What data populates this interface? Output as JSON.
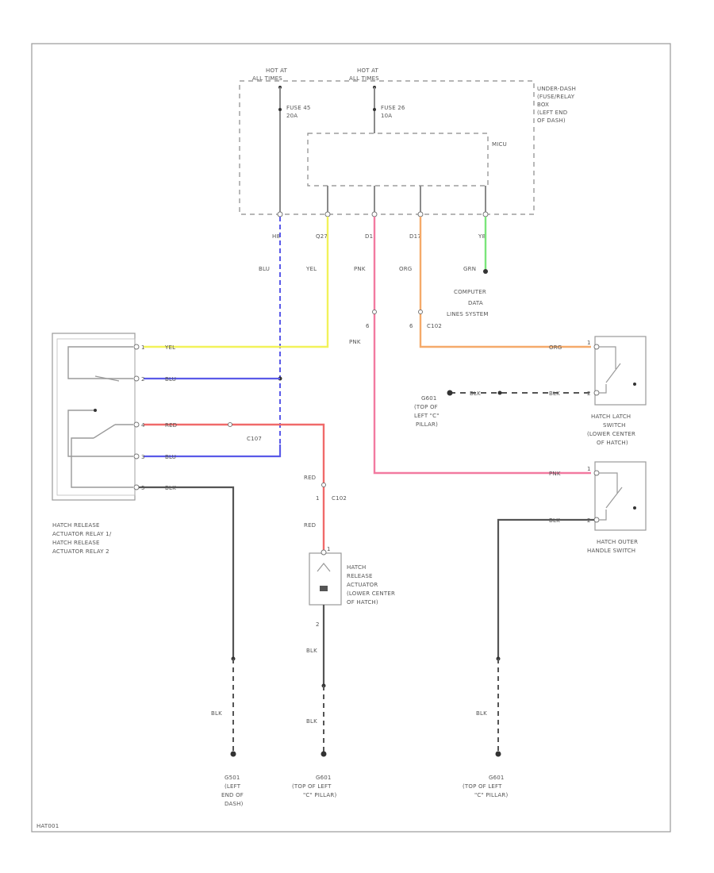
{
  "diagram": {
    "footer_code": "HAT001",
    "fuse_box": {
      "label_lines": [
        "UNDER-DASH",
        "(FUSE/RELAY",
        "BOX",
        "(LEFT END",
        "OF DASH)"
      ],
      "power1_lines": [
        "HOT AT",
        "ALL TIMES"
      ],
      "power2_lines": [
        "HOT AT",
        "ALL TIMES"
      ],
      "fuse1_lines": [
        "FUSE 45",
        "20A"
      ],
      "fuse2_lines": [
        "FUSE 26",
        "10A"
      ],
      "module_label": "MICU"
    },
    "connectors": {
      "c1": {
        "pin": "H8",
        "wire": "BLU"
      },
      "c2": {
        "pin": "Q27",
        "wire": "YEL"
      },
      "c3": {
        "pin": "D1",
        "wire": "PNK"
      },
      "c4": {
        "pin": "D17",
        "wire": "ORG"
      },
      "c5": {
        "pin": "Y8",
        "wire": "GRN"
      }
    },
    "data_link_lines": [
      "COMPUTER",
      "DATA",
      "LINES SYSTEM"
    ],
    "inline": {
      "pnk_pin": "6",
      "pnk_wire": "PNK",
      "org_pin": "6",
      "org_conn": "C102",
      "red_conn": "C107",
      "red_wire_top": "RED",
      "red_pin": "1",
      "red_conn2": "C102",
      "red_wire_bottom": "RED"
    },
    "relay": {
      "label_lines": [
        "HATCH RELEASE",
        "ACTUATOR RELAY 1/",
        "HATCH RELEASE",
        "ACTUATOR RELAY 2"
      ],
      "pins": [
        {
          "pin": "1",
          "wire": "YEL"
        },
        {
          "pin": "2",
          "wire": "BLU"
        },
        {
          "pin": "4",
          "wire": "RED"
        },
        {
          "pin": "3",
          "wire": "BLU"
        },
        {
          "pin": "5",
          "wire": "BLK"
        }
      ]
    },
    "latch_switch": {
      "label_lines": [
        "HATCH LATCH",
        "SWITCH",
        "(LOWER CENTER",
        "OF HATCH)"
      ],
      "pin1": "1",
      "wire1": "ORG",
      "pin2": "2",
      "wire2": "BLK",
      "ground_wire": "BLK",
      "ground_lines": [
        "G601",
        "(TOP OF",
        "LEFT \"C\"",
        "PILLAR)"
      ]
    },
    "outer_switch": {
      "label_lines": [
        "HATCH OUTER",
        "HANDLE SWITCH"
      ],
      "pin1": "1",
      "wire1": "PNK",
      "pin2": "2",
      "wire2": "BLK"
    },
    "actuator": {
      "label_lines": [
        "HATCH",
        "RELEASE",
        "ACTUATOR",
        "(LOWER CENTER",
        "OF HATCH)"
      ],
      "pin_top": "1",
      "pin_bottom": "2",
      "wire_1": "BLK",
      "wire_2": "BLK"
    },
    "grounds": {
      "g1_wire": "BLK",
      "g1_lines": [
        "G501",
        "(LEFT",
        "END OF",
        "DASH)"
      ],
      "g2_lines": [
        "G601",
        "(TOP OF LEFT",
        "\"C\" PILLAR)"
      ],
      "g3_wire": "BLK",
      "g3_lines": [
        "G601",
        "(TOP OF LEFT",
        "\"C\" PILLAR)"
      ]
    },
    "colors": {
      "BLU": "#5a5ae8",
      "YEL": "#f2f25a",
      "PNK": "#f27aa0",
      "ORG": "#f5aa6a",
      "GRN": "#7ae57a",
      "RED": "#f06a6a",
      "BLK": "#555555"
    }
  }
}
